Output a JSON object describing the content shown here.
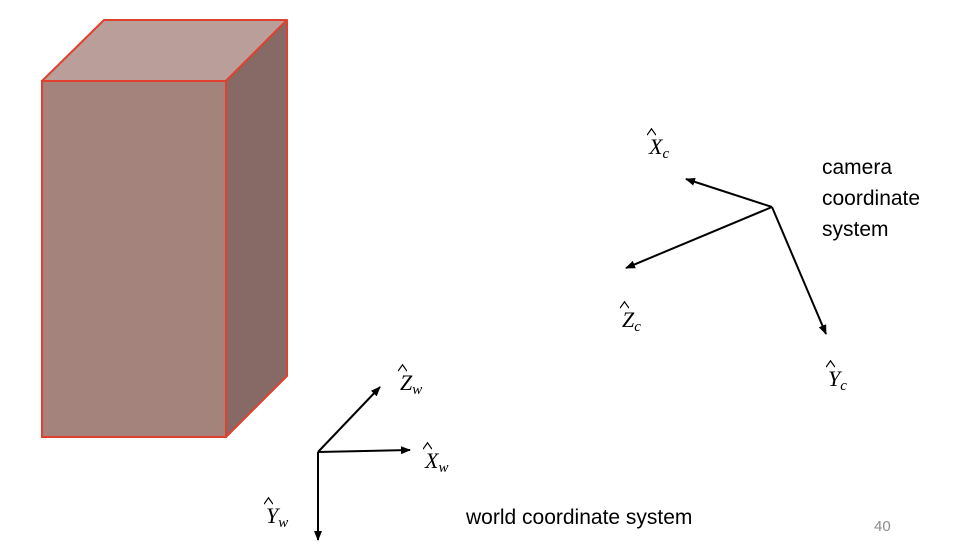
{
  "camera": {
    "axes": {
      "x": {
        "base": "X",
        "sub": "c"
      },
      "y": {
        "base": "Y",
        "sub": "c"
      },
      "z": {
        "base": "Z",
        "sub": "c"
      }
    },
    "caption_lines": [
      "camera",
      "coordinate",
      "system"
    ]
  },
  "world": {
    "axes": {
      "x": {
        "base": "X",
        "sub": "w"
      },
      "y": {
        "base": "Y",
        "sub": "w"
      },
      "z": {
        "base": "Z",
        "sub": "w"
      }
    },
    "caption": "world coordinate system"
  },
  "page_number": "40",
  "colors": {
    "box_front": "#a4837c",
    "box_top": "#b99e99",
    "box_side": "#876a66",
    "box_edge": "#e0412f",
    "arrow": "#000000"
  }
}
